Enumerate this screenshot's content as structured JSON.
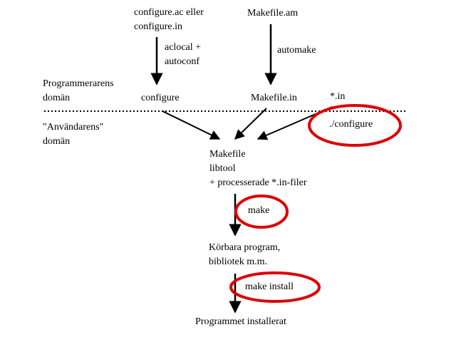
{
  "nodes": {
    "configure_ac": [
      "configure.ac eller",
      "configure.in"
    ],
    "makefile_am": "Makefile.am",
    "aclocal": [
      "aclocal +",
      "autoconf"
    ],
    "automake": "automake",
    "programmer_domain": [
      "Programmerarens",
      "domän"
    ],
    "configure": "configure",
    "makefile_in": "Makefile.in",
    "star_in": "*.in",
    "user_domain": [
      "\"Användarens\"",
      "domän"
    ],
    "dot_configure": "./configure",
    "makefile_out": [
      "Makefile",
      "libtool",
      "+ processerade *.in-filer"
    ],
    "make": "make",
    "programs": [
      "Körbara program,",
      "bibliotek m.m."
    ],
    "make_install": "make install",
    "installed": "Programmet installerat"
  },
  "colors": {
    "ink": "#000000",
    "highlight": "#dd0000"
  }
}
